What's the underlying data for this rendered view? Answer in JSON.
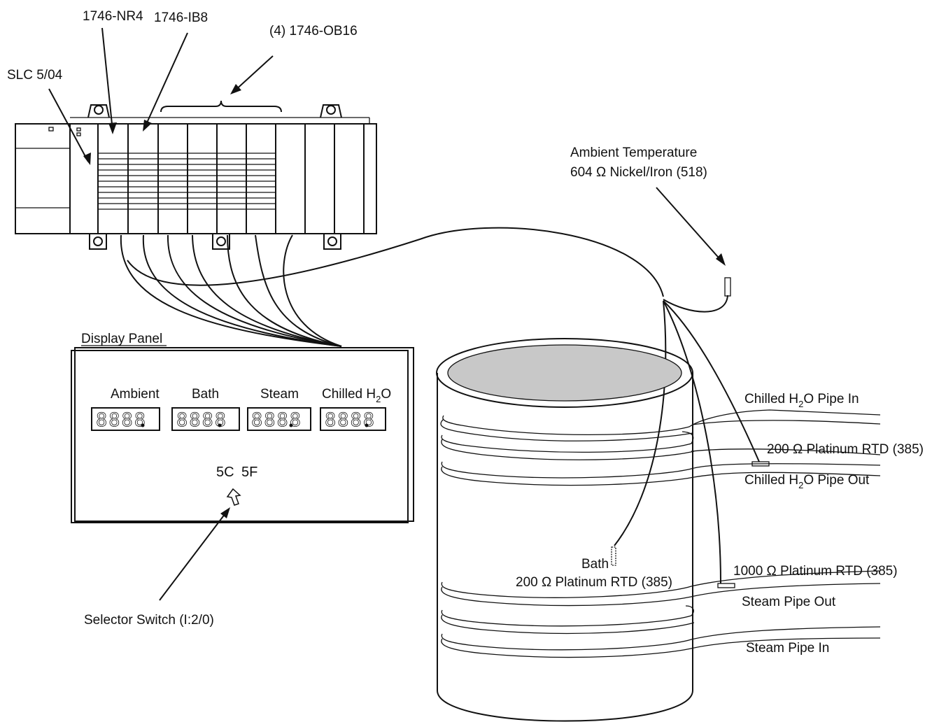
{
  "labels": {
    "slc": "SLC 5/04",
    "nr4": "1746-NR4",
    "ib8": "1746-IB8",
    "ob16": "(4) 1746-OB16",
    "ambient_line1": "Ambient Temperature",
    "ambient_line2": "604 Ω Nickel/Iron (518)",
    "display_panel": "Display Panel",
    "selector_switch": "Selector Switch (I:2/0)",
    "chilled_in": "Chilled H",
    "chilled_in_suffix": "O Pipe In",
    "chilled_out": "Chilled H",
    "chilled_out_suffix": "O Pipe Out",
    "rtd_chilled": "200 Ω Platinum RTD (385)",
    "rtd_steam": "1000 Ω Platinum RTD (385)",
    "steam_out": "Steam Pipe Out",
    "steam_in": "Steam Pipe In",
    "bath": "Bath",
    "rtd_bath": "200 Ω Platinum RTD (385)",
    "subscript_2": "2"
  },
  "display": {
    "ambient": "Ambient",
    "bath": "Bath",
    "steam": "Steam",
    "chilled": "Chilled H",
    "chilled_suffix": "O",
    "digit_pattern": "8888",
    "switch_left": "5C",
    "switch_right": "5F"
  }
}
